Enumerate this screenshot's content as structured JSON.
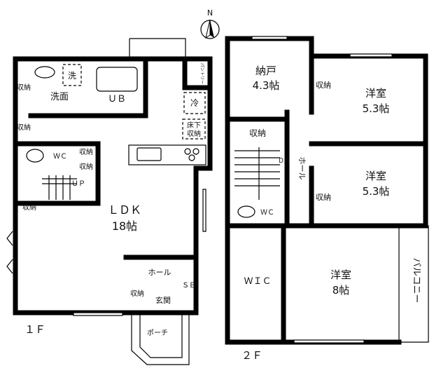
{
  "compass": {
    "label": "N"
  },
  "floor1": {
    "label": "１Ｆ",
    "rooms": {
      "ldk": "ＬＤＫ",
      "ldk_size": "18帖",
      "washroom": "洗面",
      "washer": "洗",
      "bath": "ＵＢ",
      "pantry": "パントリー",
      "fridge": "冷",
      "underfloor_1": "床下",
      "underfloor_2": "収納",
      "storage_1": "収納",
      "storage_2": "収納",
      "storage_3": "収納",
      "storage_4": "収納",
      "storage_5": "収納",
      "storage_6": "収納",
      "wc": "ＷＣ",
      "up": "ＵＰ",
      "hall": "ホール",
      "sb": "ＳＢ",
      "entrance": "玄関",
      "porch": "ポーチ"
    }
  },
  "floor2": {
    "label": "２Ｆ",
    "rooms": {
      "closet_room": "納戸",
      "closet_room_size": "4.3帖",
      "western_1": "洋室",
      "western_1_size": "5.3帖",
      "western_2": "洋室",
      "western_2_size": "5.3帖",
      "western_3": "洋室",
      "western_3_size": "8帖",
      "storage_1": "収納",
      "storage_2": "収納",
      "storage_3": "収納",
      "wc": "ＷＣ",
      "dn": "ＤＮ",
      "hall": "ホール",
      "wic": "ＷＩＣ",
      "veranda": "バルコニー"
    }
  }
}
